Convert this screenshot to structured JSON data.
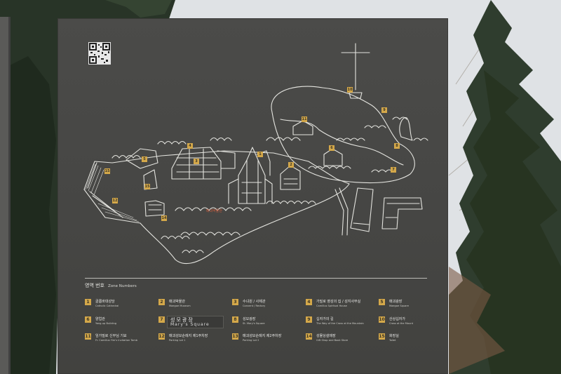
{
  "legend": {
    "title_kr": "영역 번호",
    "title_en": "Zone Numbers"
  },
  "zones": [
    {
      "num": "1",
      "kr": "골롬바대성당",
      "en": "Catholic Cathedral"
    },
    {
      "num": "2",
      "kr": "매괴박물관",
      "en": "Maegoe Museum"
    },
    {
      "num": "3",
      "kr": "수녀원 / 사제관",
      "en": "Convent / Rectory"
    },
    {
      "num": "4",
      "kr": "가밀로 영성의 집 / 성지사무실",
      "en": "Camillus Spiritual House"
    },
    {
      "num": "5",
      "kr": "매괴광장",
      "en": "Maegoe Square"
    },
    {
      "num": "6",
      "kr": "양업관",
      "en": "Yang-up Building"
    },
    {
      "num": "7",
      "kr": "성모광장",
      "en": "Mary's Square"
    },
    {
      "num": "8",
      "kr": "성모광장",
      "en": "St. Mary's Square"
    },
    {
      "num": "9",
      "kr": "십자가의 길",
      "en": "The Way of the Cross at the Mountain"
    },
    {
      "num": "10",
      "kr": "산상십자가",
      "en": "Cross at the Mount"
    },
    {
      "num": "11",
      "kr": "임가밀로 신부님 기묘",
      "en": "Fr. Camillus Yim's Invitation Tomb"
    },
    {
      "num": "12",
      "kr": "매괴성모순례지 제1주차장",
      "en": "Parking Lot 1"
    },
    {
      "num": "13",
      "kr": "매괴성모순례지 제2주차장",
      "en": "Parking Lot 2"
    },
    {
      "num": "14",
      "kr": "성물상설매장",
      "en": "Gift Shop and Book Store"
    },
    {
      "num": "15",
      "kr": "화장실",
      "en": "Toilet"
    }
  ],
  "sticker": {
    "kr": "성모광장",
    "en": "Mary's Square"
  },
  "map": {
    "red_label": "매괴박물관",
    "markers": [
      "1",
      "2",
      "3",
      "4",
      "5",
      "6",
      "7",
      "8",
      "9",
      "10",
      "11",
      "12",
      "13",
      "14",
      "15"
    ]
  },
  "colors": {
    "sign_panel": "#474745",
    "badge": "#d4a84a",
    "line_art": "#e4e4df",
    "sky": "#dcdfe2",
    "tree": "#2e3a2c"
  }
}
